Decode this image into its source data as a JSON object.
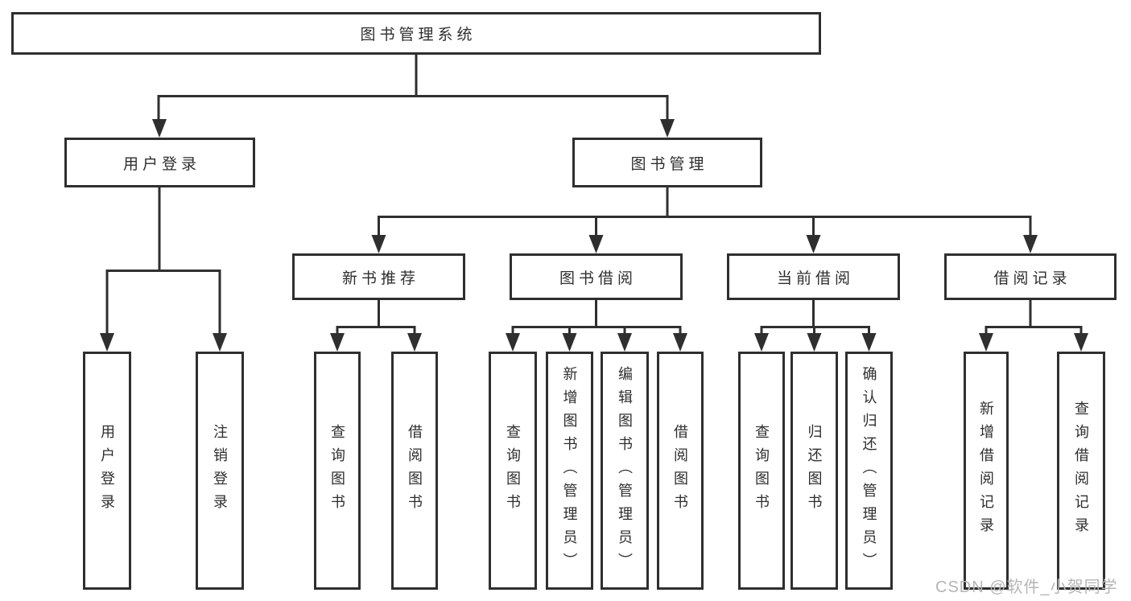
{
  "diagram": {
    "root": {
      "label": "图书管理系统",
      "children": [
        {
          "label": "用户登录",
          "children": [
            {
              "label": "用户登录"
            },
            {
              "label": "注销登录"
            }
          ]
        },
        {
          "label": "图书管理",
          "children": [
            {
              "label": "新书推荐",
              "children": [
                {
                  "label": "查询图书"
                },
                {
                  "label": "借阅图书"
                }
              ]
            },
            {
              "label": "图书借阅",
              "children": [
                {
                  "label": "查询图书"
                },
                {
                  "label": "新增图书（管理员）"
                },
                {
                  "label": "编辑图书（管理员）"
                },
                {
                  "label": "借阅图书"
                }
              ]
            },
            {
              "label": "当前借阅",
              "children": [
                {
                  "label": "查询图书"
                },
                {
                  "label": "归还图书"
                },
                {
                  "label": "确认归还（管理员）"
                }
              ]
            },
            {
              "label": "借阅记录",
              "children": [
                {
                  "label": "新增借阅记录"
                },
                {
                  "label": "查询借阅记录"
                }
              ]
            }
          ]
        }
      ]
    }
  },
  "watermark": {
    "text": "CSDN @软件_小贺同学"
  },
  "colors": {
    "line": "#2f2f2f",
    "box_border": "#2f2f2f",
    "box_fill": "#ffffff",
    "text": "#2e2e2e",
    "watermark": "#b5b5b5",
    "background": "#ffffff"
  }
}
